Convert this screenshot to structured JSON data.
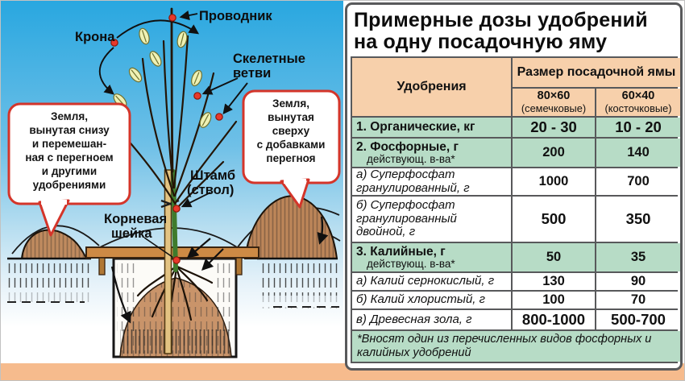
{
  "diagram": {
    "label_leader": "Проводник",
    "label_crown": "Крона",
    "label_skeletal_1": "Скелетные",
    "label_skeletal_2": "ветви",
    "label_trunk_1": "Штамб",
    "label_trunk_2": "(ствол)",
    "label_root_collar_1": "Корневая",
    "label_root_collar_2": "шейка",
    "callout_left": [
      "Земля,",
      "вынутая снизу",
      "и перемешан-",
      "ная с перегноем",
      "и другими",
      "удобрениями"
    ],
    "callout_right": [
      "Земля,",
      "вынутая",
      "сверху",
      "с добавками",
      "перегноя"
    ]
  },
  "table": {
    "title_line1": "Примерные дозы удобрений",
    "title_line2": "на одну посадочную яму",
    "header": {
      "fertilizers": "Удобрения",
      "pit_size": "Размер посадочной ямы",
      "col1_size": "80×60",
      "col1_kind": "(семечковые)",
      "col2_size": "60×40",
      "col2_kind": "(косточковые)"
    },
    "rows": [
      {
        "label": "1. Органические, кг",
        "v1": "20 - 30",
        "v2": "10 - 20"
      },
      {
        "label": "2. Фосфорные, г",
        "sub": "действующ. в-ва*",
        "v1": "200",
        "v2": "140"
      },
      {
        "label": "а) Суперфосфат гранулированный, г",
        "v1": "1000",
        "v2": "700"
      },
      {
        "label": "б) Суперфосфат гранулированный двойной, г",
        "v1": "500",
        "v2": "350"
      },
      {
        "label": "3. Калийные, г",
        "sub": "действующ. в-ва*",
        "v1": "50",
        "v2": "35"
      },
      {
        "label": "а) Калий сернокислый, г",
        "v1": "130",
        "v2": "90"
      },
      {
        "label": "б) Калий хлористый, г",
        "v1": "100",
        "v2": "70"
      },
      {
        "label": "в) Древесная зола, г",
        "v1": "800-1000",
        "v2": "500-700"
      }
    ],
    "footnote": "*Вносят один из перечисленных видов фосфорных и калийных удобрений"
  },
  "colors": {
    "sky_top": "#29a7e0",
    "bottom_bar": "#f6bb8d",
    "header_peach": "#f7d0ab",
    "row_green": "#b7dcc6",
    "callout_border": "#d4352a",
    "soil_tan": "#c9946a",
    "grid_line": "#58595b"
  }
}
